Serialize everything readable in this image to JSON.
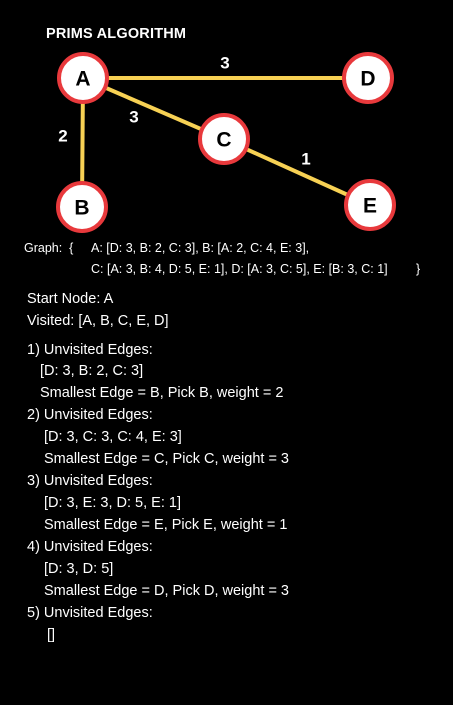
{
  "title": "PRIMS ALGORITHM",
  "nodes": [
    {
      "id": "A",
      "label": "A"
    },
    {
      "id": "B",
      "label": "B"
    },
    {
      "id": "C",
      "label": "C"
    },
    {
      "id": "D",
      "label": "D"
    },
    {
      "id": "E",
      "label": "E"
    }
  ],
  "edges": [
    {
      "from": "A",
      "to": "D",
      "weight": "3"
    },
    {
      "from": "A",
      "to": "B",
      "weight": "2"
    },
    {
      "from": "A",
      "to": "C",
      "weight": "3"
    },
    {
      "from": "C",
      "to": "E",
      "weight": "1"
    }
  ],
  "colors": {
    "edge": "#f7d154",
    "node_fill": "#ffffff",
    "node_stroke": "#e8393c",
    "background": "#000000"
  },
  "graph_text": {
    "prefix": "Graph:  {",
    "line1": "A: [D: 3, B: 2, C: 3], B: [A: 2, C: 4, E: 3],",
    "line2": "C: [A: 3, B: 4, D: 5, E: 1], D: [A: 3, C: 5], E: [B: 3, C: 1]",
    "suffix": "}"
  },
  "start_node": "Start Node: A",
  "visited": "Visited: [A, B, C, E, D]",
  "steps": [
    {
      "heading": "1) Unvisited Edges:",
      "edges": "[D: 3, B: 2, C: 3]",
      "pick": "Smallest Edge = B, Pick B, weight = 2"
    },
    {
      "heading": "2) Unvisited Edges:",
      "edges": "[D: 3, C: 3, C: 4, E: 3]",
      "pick": "Smallest Edge = C, Pick C, weight = 3"
    },
    {
      "heading": "3) Unvisited Edges:",
      "edges": "[D: 3, E: 3, D: 5, E: 1]",
      "pick": "Smallest Edge = E, Pick E, weight = 1"
    },
    {
      "heading": "4) Unvisited Edges:",
      "edges": "[D: 3, D: 5]",
      "pick": "Smallest Edge = D, Pick D, weight = 3"
    },
    {
      "heading": "5) Unvisited Edges:",
      "edges": "[]",
      "pick": ""
    }
  ]
}
